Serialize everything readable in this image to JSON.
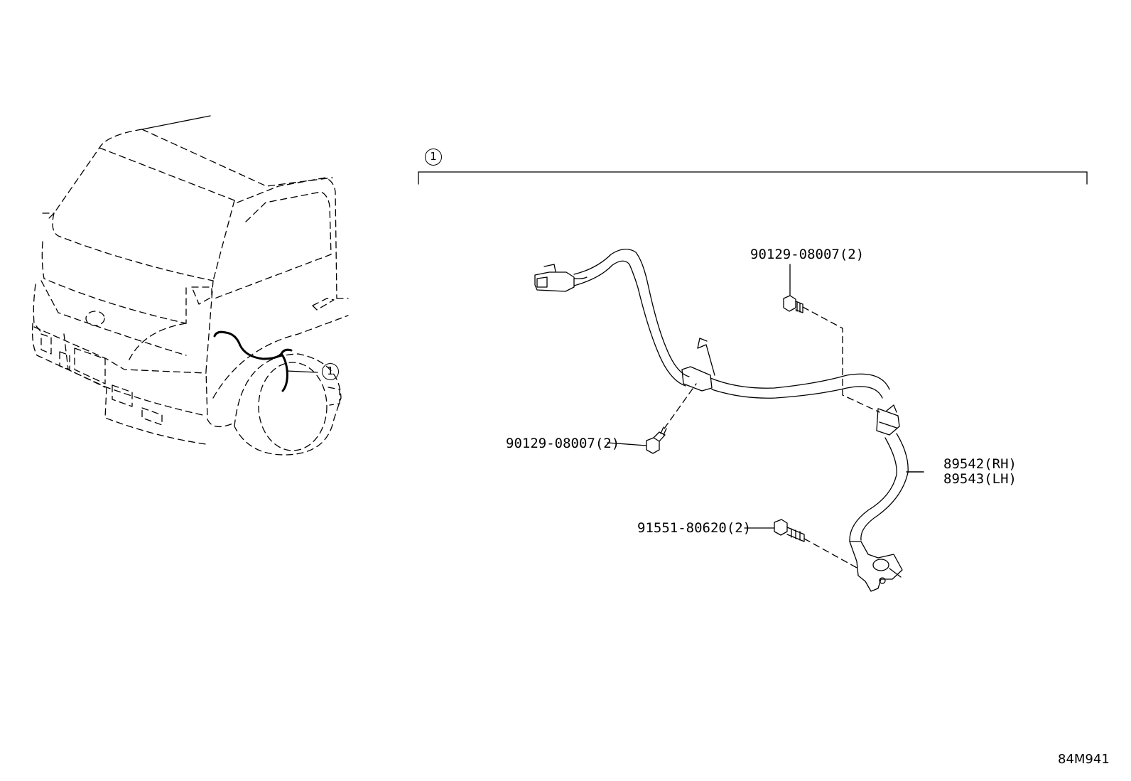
{
  "callouts": {
    "main_number": "1",
    "vehicle_number": "1"
  },
  "parts": {
    "bolt_upper": "90129-08007(2)",
    "bolt_clamp": "90129-08007(2)",
    "sensor_rh": "89542(RH)",
    "sensor_lh": "89543(LH)",
    "sensor_bolt": "91551-80620(2)"
  },
  "figure_ref": "84M941"
}
